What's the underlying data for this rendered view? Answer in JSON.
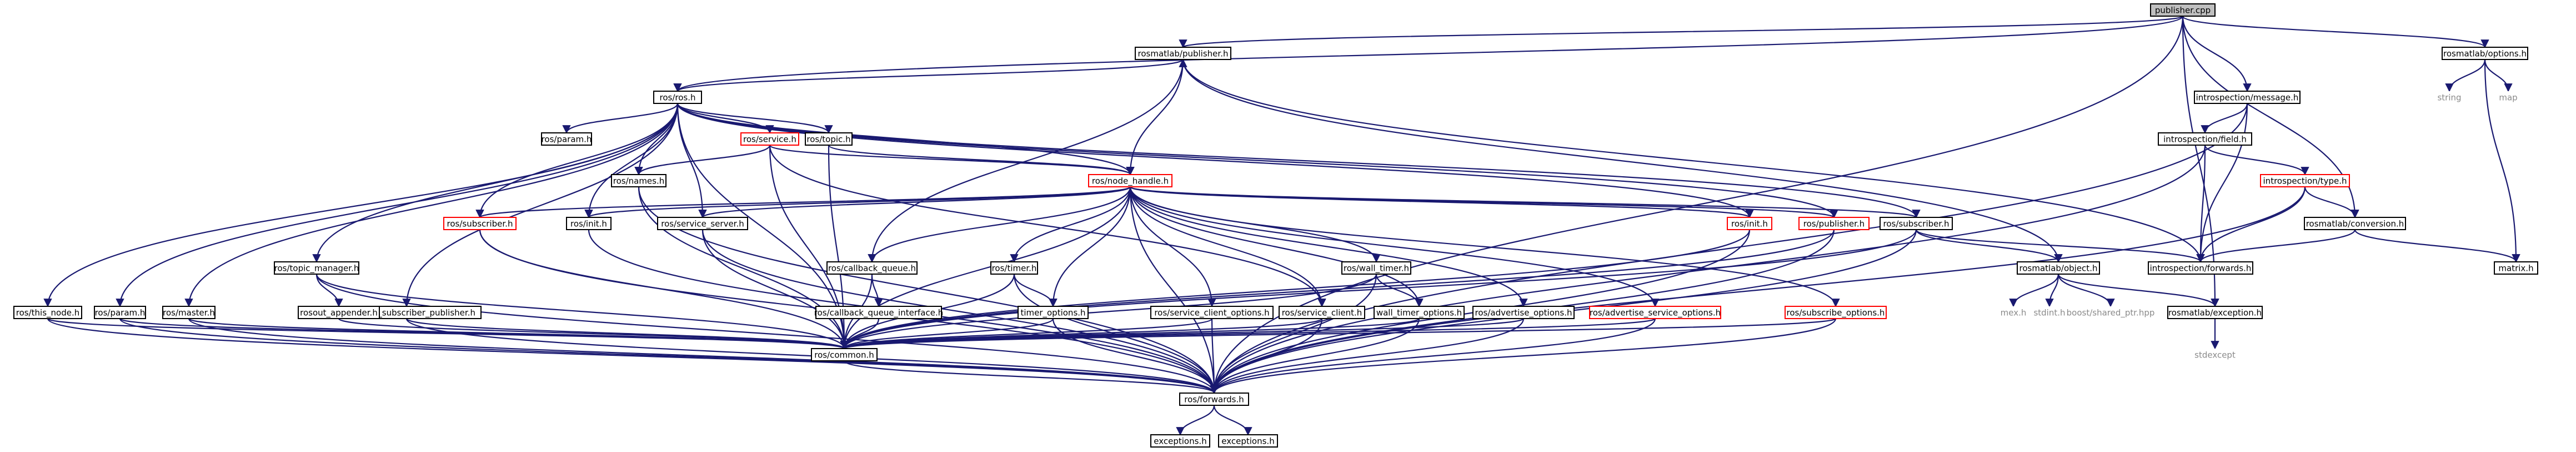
{
  "colors": {
    "edge": "#191970",
    "node_border_black": "#000000",
    "node_border_red": "#ff0000",
    "node_border_none": "#c0c0c0",
    "root_fill": "#bfbfbf",
    "node_fill": "#ffffff",
    "text_gray": "#8a8a8a"
  },
  "nodes": [
    {
      "id": "publisher_cpp",
      "label": "publisher.cpp",
      "style": "root"
    },
    {
      "id": "rosmatlab_publisher_h",
      "label": "rosmatlab/publisher.h",
      "style": "black"
    },
    {
      "id": "rosmatlab_options_h",
      "label": "rosmatlab/options.h",
      "style": "black"
    },
    {
      "id": "ros_ros_h",
      "label": "ros/ros.h",
      "style": "black"
    },
    {
      "id": "introspection_message_h",
      "label": "introspection/message.h",
      "style": "black"
    },
    {
      "id": "string",
      "label": "string",
      "style": "none"
    },
    {
      "id": "map",
      "label": "map",
      "style": "none"
    },
    {
      "id": "ros_param_top",
      "label": "ros/param.h",
      "style": "black"
    },
    {
      "id": "ros_service_h",
      "label": "ros/service.h",
      "style": "red"
    },
    {
      "id": "ros_topic_h",
      "label": "ros/topic.h",
      "style": "black"
    },
    {
      "id": "introspection_field_h",
      "label": "introspection/field.h",
      "style": "black"
    },
    {
      "id": "ros_names_h",
      "label": "ros/names.h",
      "style": "black"
    },
    {
      "id": "ros_node_handle_h",
      "label": "ros/node_handle.h",
      "style": "red"
    },
    {
      "id": "introspection_type_h",
      "label": "introspection/type.h",
      "style": "red"
    },
    {
      "id": "ros_subscriber_h_red",
      "label": "ros/subscriber.h",
      "style": "red"
    },
    {
      "id": "ros_init_h_black",
      "label": "ros/init.h",
      "style": "black"
    },
    {
      "id": "ros_service_server_h",
      "label": "ros/service_server.h",
      "style": "black"
    },
    {
      "id": "ros_init_h_red",
      "label": "ros/init.h",
      "style": "red"
    },
    {
      "id": "ros_publisher_h",
      "label": "ros/publisher.h",
      "style": "red"
    },
    {
      "id": "ros_subscriber_h",
      "label": "ros/subscriber.h",
      "style": "black"
    },
    {
      "id": "rosmatlab_conversion_h",
      "label": "rosmatlab/conversion.h",
      "style": "black"
    },
    {
      "id": "ros_topic_manager_h",
      "label": "ros/topic_manager.h",
      "style": "black"
    },
    {
      "id": "ros_callback_queue_h",
      "label": "ros/callback_queue.h",
      "style": "black"
    },
    {
      "id": "ros_timer_h",
      "label": "ros/timer.h",
      "style": "black"
    },
    {
      "id": "ros_wall_timer_h",
      "label": "ros/wall_timer.h",
      "style": "black"
    },
    {
      "id": "introspection_forwards_h",
      "label": "introspection/forwards.h",
      "style": "black"
    },
    {
      "id": "rosmatlab_object_h",
      "label": "rosmatlab/object.h",
      "style": "black"
    },
    {
      "id": "matrix_h",
      "label": "matrix.h",
      "style": "black"
    },
    {
      "id": "ros_this_node_h",
      "label": "ros/this_node.h",
      "style": "black"
    },
    {
      "id": "ros_param_h",
      "label": "ros/param.h",
      "style": "black"
    },
    {
      "id": "ros_master_h",
      "label": "ros/master.h",
      "style": "black"
    },
    {
      "id": "ros_single_subscriber_publisher_h",
      "label": "ros/single_subscriber_publisher.h",
      "style": "black"
    },
    {
      "id": "rosout_appender_h",
      "label": "rosout_appender.h",
      "style": "black"
    },
    {
      "id": "ros_callback_queue_interface_h",
      "label": "ros/callback_queue_interface.h",
      "style": "black"
    },
    {
      "id": "timer_options_h",
      "label": "timer_options.h",
      "style": "black"
    },
    {
      "id": "ros_service_client_options_h",
      "label": "ros/service_client_options.h",
      "style": "black"
    },
    {
      "id": "ros_service_client_h",
      "label": "ros/service_client.h",
      "style": "black"
    },
    {
      "id": "wall_timer_options_h",
      "label": "wall_timer_options.h",
      "style": "black"
    },
    {
      "id": "ros_advertise_options_h",
      "label": "ros/advertise_options.h",
      "style": "black"
    },
    {
      "id": "ros_advertise_service_options_h",
      "label": "ros/advertise_service_options.h",
      "style": "red"
    },
    {
      "id": "ros_subscribe_options_h",
      "label": "ros/subscribe_options.h",
      "style": "red"
    },
    {
      "id": "mex_h",
      "label": "mex.h",
      "style": "none"
    },
    {
      "id": "stdint_h",
      "label": "stdint.h",
      "style": "none"
    },
    {
      "id": "boost_shared_ptr_hpp",
      "label": "boost/shared_ptr.hpp",
      "style": "none"
    },
    {
      "id": "rosmatlab_exception_h",
      "label": "rosmatlab/exception.h",
      "style": "black"
    },
    {
      "id": "stdexcept",
      "label": "stdexcept",
      "style": "none"
    },
    {
      "id": "ros_common_h",
      "label": "ros/common.h",
      "style": "black"
    },
    {
      "id": "ros_forwards_h",
      "label": "ros/forwards.h",
      "style": "black"
    },
    {
      "id": "exceptions_h_1",
      "label": "exceptions.h",
      "style": "black"
    },
    {
      "id": "exceptions_h_2",
      "label": "exceptions.h",
      "style": "black"
    }
  ],
  "edges": [
    [
      "publisher_cpp",
      "rosmatlab_publisher_h"
    ],
    [
      "publisher_cpp",
      "rosmatlab_options_h"
    ],
    [
      "publisher_cpp",
      "ros_ros_h"
    ],
    [
      "publisher_cpp",
      "introspection_message_h"
    ],
    [
      "publisher_cpp",
      "rosmatlab_conversion_h"
    ],
    [
      "publisher_cpp",
      "rosmatlab_exception_h"
    ],
    [
      "publisher_cpp",
      "ros_forwards_h"
    ],
    [
      "rosmatlab_publisher_h",
      "ros_ros_h"
    ],
    [
      "rosmatlab_publisher_h",
      "introspection_forwards_h"
    ],
    [
      "rosmatlab_publisher_h",
      "rosmatlab_object_h"
    ],
    [
      "rosmatlab_publisher_h",
      "ros_callback_queue_h"
    ],
    [
      "rosmatlab_options_h",
      "string"
    ],
    [
      "rosmatlab_options_h",
      "map"
    ],
    [
      "rosmatlab_options_h",
      "matrix_h"
    ],
    [
      "ros_ros_h",
      "ros_param_top"
    ],
    [
      "ros_ros_h",
      "ros_service_h"
    ],
    [
      "ros_ros_h",
      "ros_topic_h"
    ],
    [
      "ros_ros_h",
      "ros_names_h"
    ],
    [
      "ros_ros_h",
      "ros_node_handle_h"
    ],
    [
      "ros_ros_h",
      "ros_subscriber_h_red"
    ],
    [
      "ros_ros_h",
      "ros_init_h_black"
    ],
    [
      "ros_ros_h",
      "ros_service_server_h"
    ],
    [
      "ros_ros_h",
      "ros_init_h_red"
    ],
    [
      "ros_ros_h",
      "ros_publisher_h"
    ],
    [
      "ros_ros_h",
      "ros_subscriber_h"
    ],
    [
      "ros_ros_h",
      "ros_topic_manager_h"
    ],
    [
      "ros_ros_h",
      "ros_this_node_h"
    ],
    [
      "ros_ros_h",
      "ros_param_h"
    ],
    [
      "ros_ros_h",
      "ros_master_h"
    ],
    [
      "ros_ros_h",
      "ros_single_subscriber_publisher_h"
    ],
    [
      "ros_ros_h",
      "ros_common_h"
    ],
    [
      "introspection_message_h",
      "introspection_field_h"
    ],
    [
      "introspection_message_h",
      "introspection_forwards_h"
    ],
    [
      "introspection_message_h",
      "ros_forwards_h"
    ],
    [
      "introspection_field_h",
      "introspection_type_h"
    ],
    [
      "introspection_field_h",
      "introspection_forwards_h"
    ],
    [
      "introspection_field_h",
      "ros_forwards_h"
    ],
    [
      "introspection_type_h",
      "introspection_forwards_h"
    ],
    [
      "introspection_type_h",
      "ros_forwards_h"
    ],
    [
      "introspection_type_h",
      "rosmatlab_conversion_h"
    ],
    [
      "rosmatlab_conversion_h",
      "introspection_forwards_h"
    ],
    [
      "rosmatlab_conversion_h",
      "matrix_h"
    ],
    [
      "ros_service_h",
      "ros_names_h"
    ],
    [
      "ros_service_h",
      "ros_node_handle_h"
    ],
    [
      "ros_service_h",
      "ros_common_h"
    ],
    [
      "ros_service_h",
      "ros_service_client_h"
    ],
    [
      "ros_topic_h",
      "ros_node_handle_h"
    ],
    [
      "ros_topic_h",
      "ros_common_h"
    ],
    [
      "ros_names_h",
      "ros_forwards_h"
    ],
    [
      "ros_names_h",
      "ros_common_h"
    ],
    [
      "ros_node_handle_h",
      "rosmatlab_publisher_h"
    ],
    [
      "ros_node_handle_h",
      "ros_subscriber_h_red"
    ],
    [
      "ros_node_handle_h",
      "ros_init_h_black"
    ],
    [
      "ros_node_handle_h",
      "ros_service_server_h"
    ],
    [
      "ros_node_handle_h",
      "ros_init_h_red"
    ],
    [
      "ros_node_handle_h",
      "ros_publisher_h"
    ],
    [
      "ros_node_handle_h",
      "ros_subscriber_h"
    ],
    [
      "ros_node_handle_h",
      "ros_callback_queue_h"
    ],
    [
      "ros_node_handle_h",
      "ros_timer_h"
    ],
    [
      "ros_node_handle_h",
      "ros_wall_timer_h"
    ],
    [
      "ros_node_handle_h",
      "timer_options_h"
    ],
    [
      "ros_node_handle_h",
      "ros_service_client_options_h"
    ],
    [
      "ros_node_handle_h",
      "ros_service_client_h"
    ],
    [
      "ros_node_handle_h",
      "wall_timer_options_h"
    ],
    [
      "ros_node_handle_h",
      "ros_advertise_options_h"
    ],
    [
      "ros_node_handle_h",
      "ros_advertise_service_options_h"
    ],
    [
      "ros_node_handle_h",
      "ros_subscribe_options_h"
    ],
    [
      "ros_node_handle_h",
      "ros_forwards_h"
    ],
    [
      "ros_node_handle_h",
      "ros_common_h"
    ],
    [
      "ros_subscriber_h_red",
      "ros_common_h"
    ],
    [
      "ros_subscriber_h_red",
      "ros_forwards_h"
    ],
    [
      "ros_init_h_black",
      "ros_forwards_h"
    ],
    [
      "ros_service_server_h",
      "ros_forwards_h"
    ],
    [
      "ros_service_server_h",
      "ros_common_h"
    ],
    [
      "ros_init_h_red",
      "ros_forwards_h"
    ],
    [
      "ros_init_h_red",
      "ros_common_h"
    ],
    [
      "ros_publisher_h",
      "ros_forwards_h"
    ],
    [
      "ros_publisher_h",
      "ros_common_h"
    ],
    [
      "ros_subscriber_h",
      "ros_forwards_h"
    ],
    [
      "ros_subscriber_h",
      "ros_common_h"
    ],
    [
      "ros_subscriber_h",
      "introspection_forwards_h"
    ],
    [
      "ros_subscriber_h",
      "rosmatlab_object_h"
    ],
    [
      "ros_topic_manager_h",
      "rosout_appender_h"
    ],
    [
      "ros_topic_manager_h",
      "ros_forwards_h"
    ],
    [
      "ros_topic_manager_h",
      "ros_common_h"
    ],
    [
      "ros_callback_queue_h",
      "ros_callback_queue_interface_h"
    ],
    [
      "ros_callback_queue_h",
      "ros_common_h"
    ],
    [
      "ros_callback_queue_interface_h",
      "ros_common_h"
    ],
    [
      "ros_timer_h",
      "timer_options_h"
    ],
    [
      "ros_timer_h",
      "ros_common_h"
    ],
    [
      "ros_timer_h",
      "ros_forwards_h"
    ],
    [
      "ros_wall_timer_h",
      "wall_timer_options_h"
    ],
    [
      "ros_wall_timer_h",
      "ros_common_h"
    ],
    [
      "ros_wall_timer_h",
      "ros_forwards_h"
    ],
    [
      "timer_options_h",
      "ros_common_h"
    ],
    [
      "timer_options_h",
      "ros_forwards_h"
    ],
    [
      "wall_timer_options_h",
      "ros_common_h"
    ],
    [
      "wall_timer_options_h",
      "ros_forwards_h"
    ],
    [
      "ros_service_client_options_h",
      "ros_common_h"
    ],
    [
      "ros_service_client_options_h",
      "ros_forwards_h"
    ],
    [
      "ros_service_client_h",
      "ros_common_h"
    ],
    [
      "ros_service_client_h",
      "ros_forwards_h"
    ],
    [
      "ros_advertise_options_h",
      "ros_common_h"
    ],
    [
      "ros_advertise_options_h",
      "ros_forwards_h"
    ],
    [
      "ros_advertise_service_options_h",
      "ros_common_h"
    ],
    [
      "ros_advertise_service_options_h",
      "ros_forwards_h"
    ],
    [
      "ros_subscribe_options_h",
      "ros_common_h"
    ],
    [
      "ros_subscribe_options_h",
      "ros_forwards_h"
    ],
    [
      "ros_this_node_h",
      "ros_common_h"
    ],
    [
      "ros_this_node_h",
      "ros_forwards_h"
    ],
    [
      "ros_param_h",
      "ros_common_h"
    ],
    [
      "ros_param_h",
      "ros_forwards_h"
    ],
    [
      "ros_master_h",
      "ros_common_h"
    ],
    [
      "ros_master_h",
      "ros_forwards_h"
    ],
    [
      "ros_single_subscriber_publisher_h",
      "ros_common_h"
    ],
    [
      "ros_single_subscriber_publisher_h",
      "ros_forwards_h"
    ],
    [
      "rosout_appender_h",
      "ros_common_h"
    ],
    [
      "rosmatlab_object_h",
      "mex_h"
    ],
    [
      "rosmatlab_object_h",
      "stdint_h"
    ],
    [
      "rosmatlab_object_h",
      "boost_shared_ptr_hpp"
    ],
    [
      "rosmatlab_object_h",
      "rosmatlab_exception_h"
    ],
    [
      "rosmatlab_exception_h",
      "stdexcept"
    ],
    [
      "ros_common_h",
      "ros_forwards_h"
    ],
    [
      "ros_forwards_h",
      "exceptions_h_1"
    ],
    [
      "ros_forwards_h",
      "exceptions_h_2"
    ]
  ]
}
